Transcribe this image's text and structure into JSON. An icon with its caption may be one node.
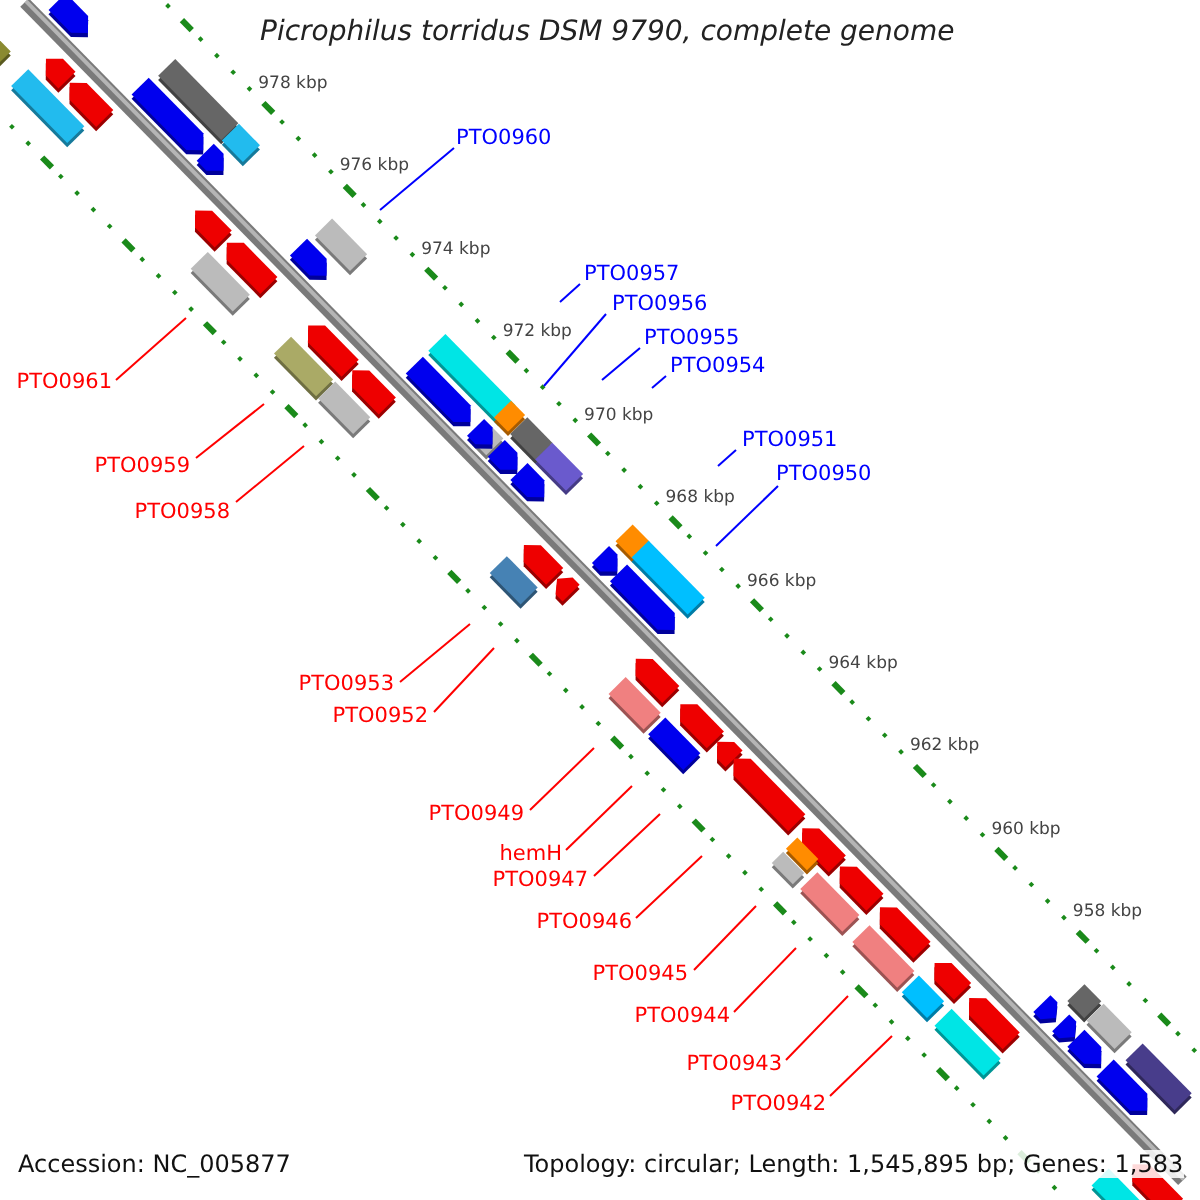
{
  "diagram": {
    "title": "Picrophilus torridus DSM 9790, complete genome",
    "nodes": [
      {
        "text": [
          "PTO0960"
        ]
      },
      {
        "text": [
          "PTO0957"
        ]
      },
      {
        "text": [
          "PTO0956"
        ]
      },
      {
        "text": [
          "PTO0955"
        ]
      },
      {
        "text": [
          "PTO0954"
        ]
      },
      {
        "text": [
          "PTO0961"
        ]
      },
      {
        "text": [
          "PTO0951"
        ]
      },
      {
        "text": [
          "PTO0959"
        ]
      },
      {
        "text": [
          "PTO0950"
        ]
      },
      {
        "text": [
          "PTO0958"
        ]
      },
      {
        "text": [
          "PTO0953"
        ]
      },
      {
        "text": [
          "PTO0952"
        ]
      },
      {
        "text": [
          "PTO0949"
        ]
      },
      {
        "text": [
          "hemH"
        ]
      },
      {
        "text": [
          "PTO0947"
        ]
      },
      {
        "text": [
          "PTO0946"
        ]
      },
      {
        "text": [
          "PTO0945"
        ]
      },
      {
        "text": [
          "PTO0944"
        ]
      },
      {
        "text": [
          "PTO0943"
        ]
      },
      {
        "text": [
          "PTO0942"
        ]
      }
    ],
    "edges": [
      {
        "from": 0,
        "to": null,
        "arrow": "none",
        "color": "#0000ff"
      },
      {
        "from": 1,
        "to": null,
        "arrow": "none",
        "color": "#0000ff"
      },
      {
        "from": 2,
        "to": null,
        "arrow": "none",
        "color": "#0000ff"
      },
      {
        "from": 3,
        "to": null,
        "arrow": "none",
        "color": "#0000ff"
      },
      {
        "from": 4,
        "to": null,
        "arrow": "none",
        "color": "#0000ff"
      },
      {
        "from": 5,
        "to": null,
        "arrow": "none"
      },
      {
        "from": 6,
        "to": null,
        "arrow": "none",
        "color": "#0000ff"
      },
      {
        "from": 7,
        "to": null,
        "arrow": "none"
      },
      {
        "from": 8,
        "to": null,
        "arrow": "none",
        "color": "#0000ff"
      },
      {
        "from": 9,
        "to": null,
        "arrow": "none"
      },
      {
        "from": 10,
        "to": null,
        "arrow": "none"
      },
      {
        "from": 11,
        "to": null,
        "arrow": "none"
      },
      {
        "from": 12,
        "to": null,
        "arrow": "none"
      },
      {
        "from": 13,
        "to": null,
        "arrow": "none"
      },
      {
        "from": 14,
        "to": null,
        "arrow": "none"
      },
      {
        "from": 15,
        "to": null,
        "arrow": "none"
      },
      {
        "from": 16,
        "to": null,
        "arrow": "none"
      },
      {
        "from": 17,
        "to": null,
        "arrow": "none"
      },
      {
        "from": 18,
        "to": null,
        "arrow": "none"
      },
      {
        "from": 19,
        "to": null,
        "arrow": "none"
      }
    ],
    "labels": [
      "978 kbp",
      "976 kbp",
      "974 kbp",
      "972 kbp",
      "970 kbp",
      "968 kbp",
      "966 kbp",
      "964 kbp",
      "962 kbp",
      "960 kbp",
      "958 kbp",
      "Accession: NC_005877",
      "Topology: circular; Length: 1,545,895 bp; Genes: 1,583"
    ]
  }
}
